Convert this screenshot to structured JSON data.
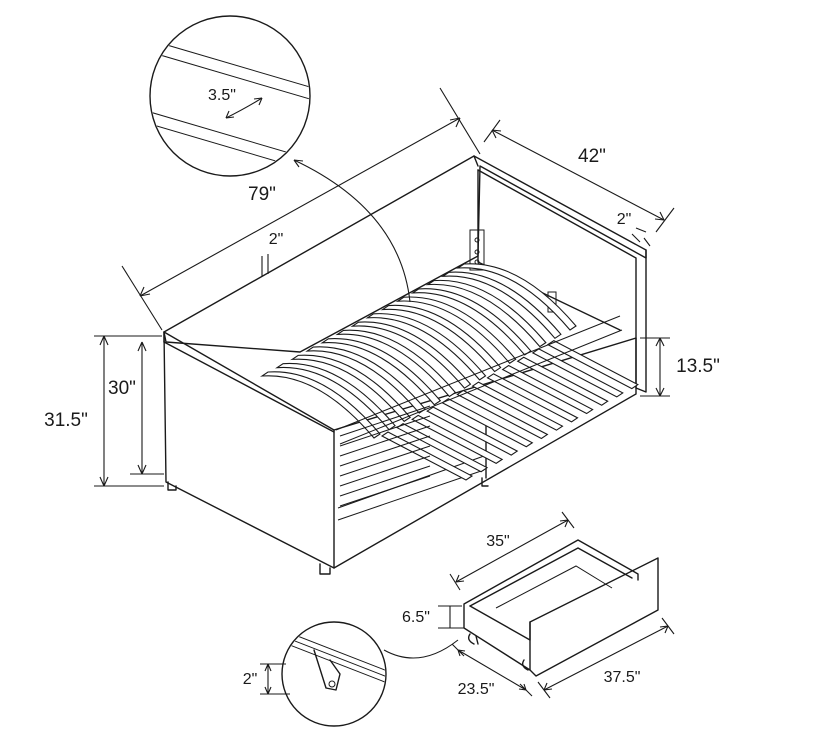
{
  "dimensions": {
    "overall_length": "79\"",
    "overall_depth": "42\"",
    "frame_thickness_top": "2\"",
    "frame_thickness_side": "2\"",
    "slat_spacing": "3.5\"",
    "overall_height": "31.5\"",
    "arm_height": "30\"",
    "front_rail_height": "13.5\"",
    "drawer_width": "35\"",
    "drawer_length": "37.5\"",
    "drawer_height": "6.5\"",
    "drawer_depth": "23.5\"",
    "caster_clearance": "2\""
  }
}
